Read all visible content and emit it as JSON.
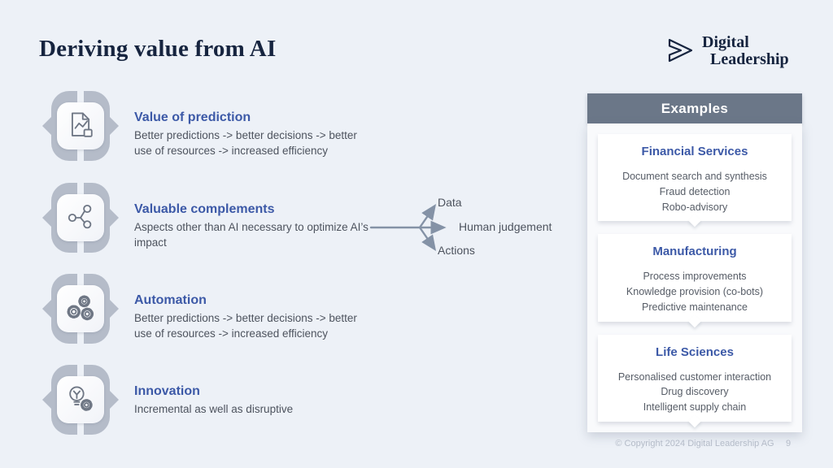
{
  "slide": {
    "title": "Deriving value from AI",
    "footer": "© Copyright 2024 Digital Leadership AG",
    "page_number": "9"
  },
  "logo": {
    "line1": "Digital",
    "line2": "Leadership",
    "mark": "double-chevron-icon"
  },
  "items": [
    {
      "icon": "document-chart-icon",
      "title": "Value of prediction",
      "desc": "Better predictions -> better decisions -> better use of resources -> increased efficiency"
    },
    {
      "icon": "share-network-icon",
      "title": "Valuable complements",
      "desc": "Aspects other than AI necessary to optimize AI’s impact"
    },
    {
      "icon": "gears-icon",
      "title": "Automation",
      "desc": "Better predictions -> better decisions -> better use of resources -> increased efficiency"
    },
    {
      "icon": "lightbulb-gear-icon",
      "title": "Innovation",
      "desc": "Incremental as well as disruptive"
    }
  ],
  "diagram": {
    "labels": [
      "Data",
      "Human judgement",
      "Actions"
    ]
  },
  "examples": {
    "header": "Examples",
    "sections": [
      {
        "title": "Financial Services",
        "items": [
          "Document search and synthesis",
          "Fraud detection",
          "Robo-advisory"
        ]
      },
      {
        "title": "Manufacturing",
        "items": [
          "Process improvements",
          "Knowledge provision (co-bots)",
          "Predictive maintenance"
        ]
      },
      {
        "title": "Life Sciences",
        "items": [
          "Personalised customer interaction",
          "Drug discovery",
          "Intelligent supply chain"
        ]
      }
    ]
  },
  "colors": {
    "background": "#edf1f7",
    "navy": "#16243f",
    "accent_blue": "#3c59a7",
    "body_text": "#4d535e",
    "frame_gray": "#b5bcc9",
    "arrow_gray": "#8492a6",
    "examples_header_bg": "#6b7788",
    "footer_text": "#b4bbc8"
  }
}
